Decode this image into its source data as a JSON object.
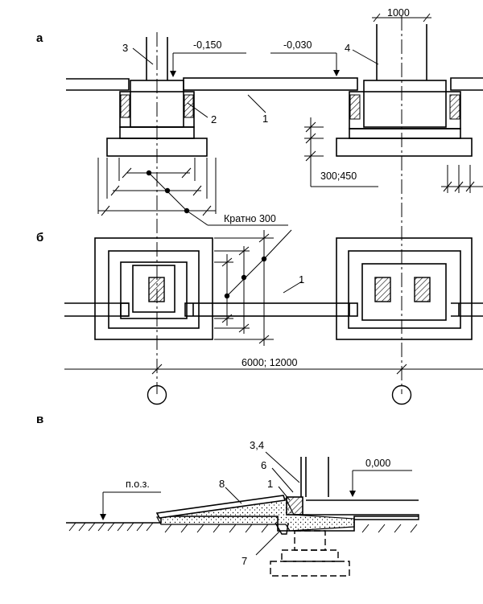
{
  "sections": {
    "a": "а",
    "b": "б",
    "v": "в"
  },
  "callouts": {
    "n1": "1",
    "n2": "2",
    "n3": "3",
    "n4": "4",
    "n1_plan": "1",
    "n34": "3,4",
    "n6": "6",
    "n1_sec": "1",
    "n8": "8",
    "n7": "7"
  },
  "elevations": {
    "left": "-0,150",
    "right": "-0,030",
    "floor": "0,000",
    "ground": "п.о.з."
  },
  "dimensions": {
    "top_width": "1000",
    "step_height": "300;450",
    "multiple": "Кратно 300",
    "span": "6000; 12000"
  }
}
